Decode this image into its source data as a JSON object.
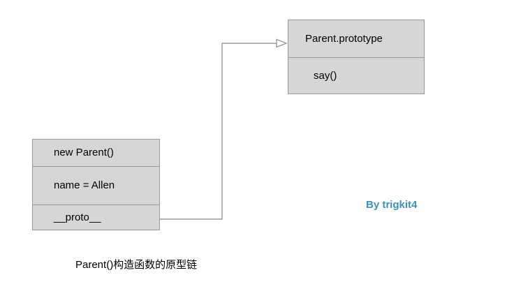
{
  "diagram": {
    "caption": "Parent()构造函数的原型链",
    "watermark": "By trigkit4",
    "colors": {
      "background": "#ffffff",
      "node_fill": "#d6d6d6",
      "node_border": "#9a9a9a",
      "connector": "#9a9a9a",
      "text": "#000000",
      "watermark": "#3d8fbf"
    },
    "nodes": {
      "prototype": {
        "title": "Parent.prototype",
        "method": "say()"
      },
      "instance": {
        "title": "new Parent()",
        "property": "name = Allen",
        "proto": "__proto__"
      }
    },
    "connector": {
      "from": "__proto__",
      "to": "Parent.prototype",
      "arrow": "open-triangle-right"
    }
  }
}
